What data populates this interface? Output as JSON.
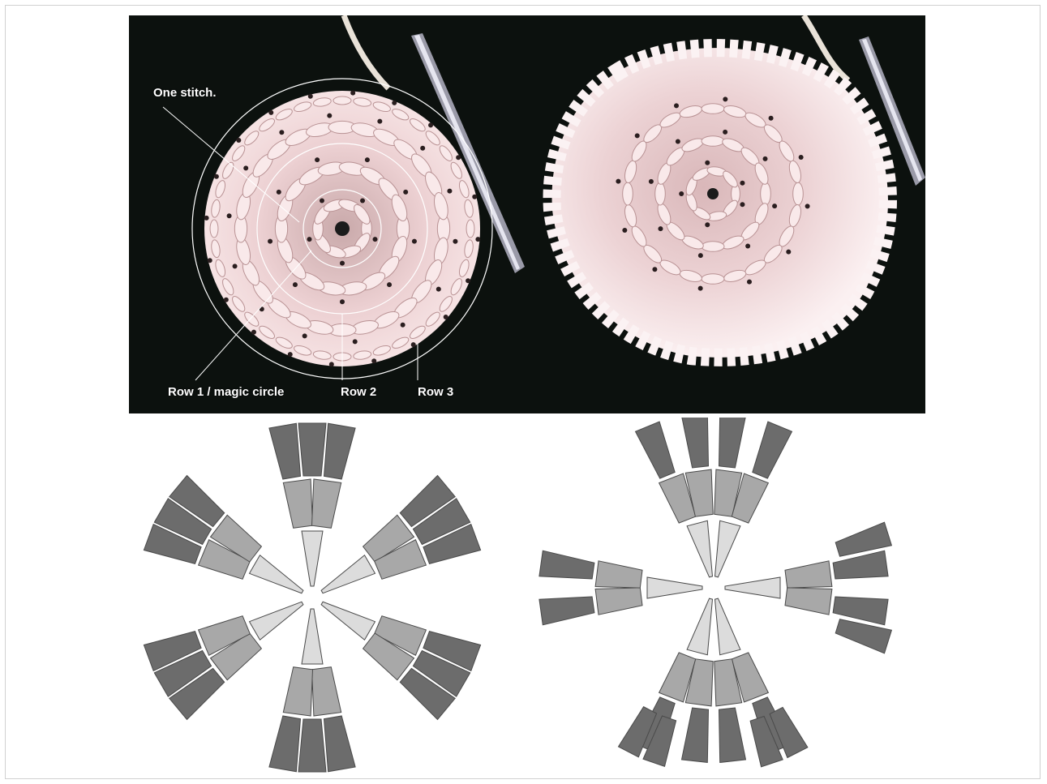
{
  "photo_left": {
    "labels": {
      "one_stitch": "One stitch.",
      "row1": "Row 1 / magic circle",
      "row2": "Row 2",
      "row3": "Row 3"
    }
  },
  "diagram_left": {
    "groups": 6,
    "stitches_per_group": 3
  },
  "diagram_right": {
    "groups": 6
  },
  "colors": {
    "background": "#0c110e",
    "yarn": "#f2d6d8",
    "row1": "#dcdcdc",
    "row2": "#a8a8a8",
    "row3": "#6c6c6c",
    "outline": "#4a4a4a"
  }
}
